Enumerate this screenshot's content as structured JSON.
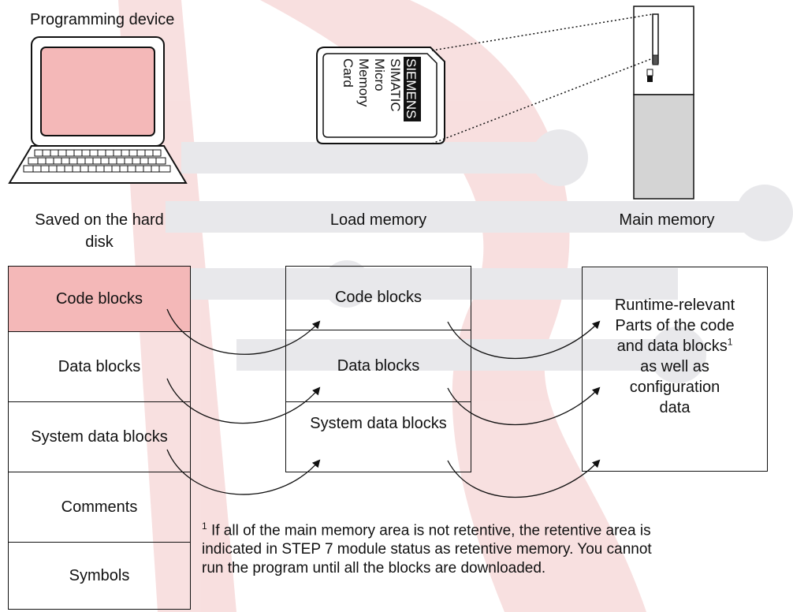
{
  "labels": {
    "programming_device": "Programming device",
    "hard_disk": "Saved on the hard disk",
    "hard_disk_line1": "Saved on the hard",
    "hard_disk_line2": "disk",
    "load_memory": "Load memory",
    "main_memory": "Main memory"
  },
  "card": {
    "brand": "SIEMENS",
    "line1": "SIMATIC",
    "line2": "Micro",
    "line3": "Memory",
    "line4": "Card"
  },
  "hard_disk_blocks": [
    "Code blocks",
    "Data blocks",
    "System data blocks",
    "Comments",
    "Symbols"
  ],
  "load_memory_blocks": [
    "Code blocks",
    "Data blocks",
    "System data blocks"
  ],
  "main_memory_text": {
    "line1": "Runtime-relevant",
    "line2": "Parts of the code",
    "line3": "and data blocks",
    "superscript": "1",
    "line4": "as well as",
    "line5": "configuration",
    "line6": "data"
  },
  "footnote": {
    "marker": "1",
    "line1": "If all of the main memory area is not retentive, the retentive area is",
    "line2": "indicated in STEP 7 module status as retentive memory. You cannot",
    "line3": "run the program until all the blocks are downloaded."
  },
  "colors": {
    "hard_disk_first_cell": "#f4b8b8",
    "screen": "#f4b8b8",
    "watermark": "#e8a0a0",
    "watermark_grey": "#b0b0b8",
    "lines": "#111111"
  }
}
